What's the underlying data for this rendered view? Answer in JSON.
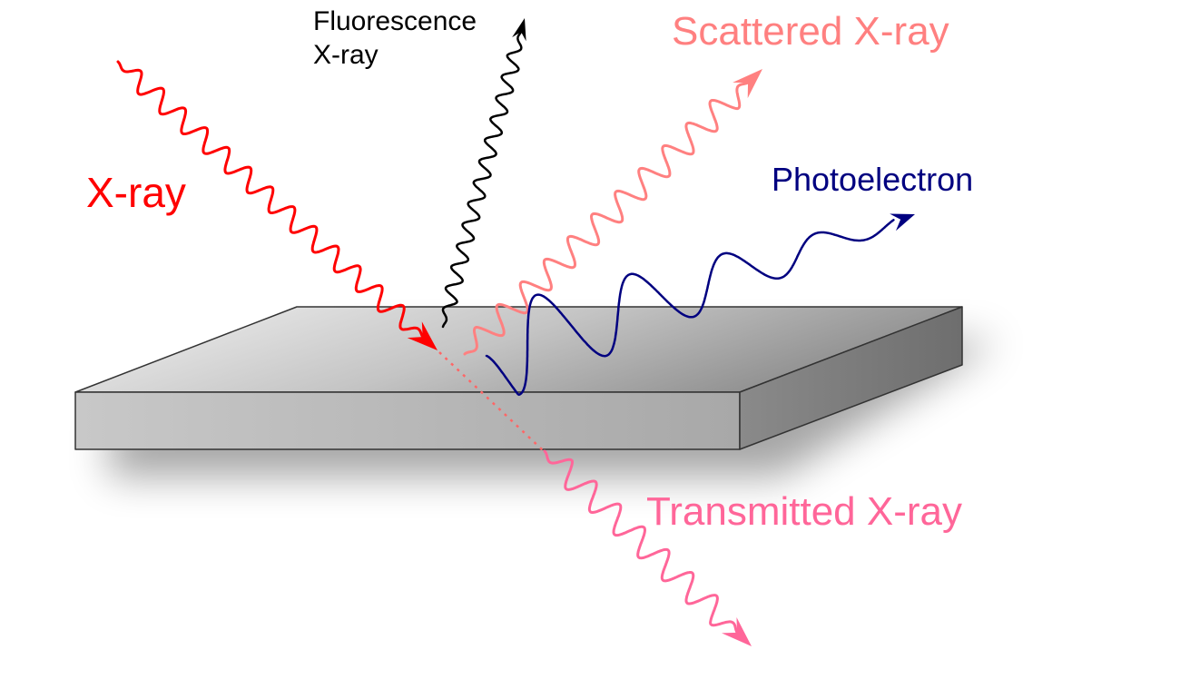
{
  "labels": {
    "incident": "X-ray",
    "fluorescence_line1": "Fluorescence",
    "fluorescence_line2": "X-ray",
    "scattered": "Scattered X-ray",
    "photoelectron": "Photoelectron",
    "transmitted": "Transmitted X-ray"
  },
  "colors": {
    "incident": "#ff0000",
    "fluorescence": "#000000",
    "scattered": "#ff8080",
    "photoelectron": "#000080",
    "transmitted": "#ff6699",
    "slab_edge": "#333333"
  }
}
